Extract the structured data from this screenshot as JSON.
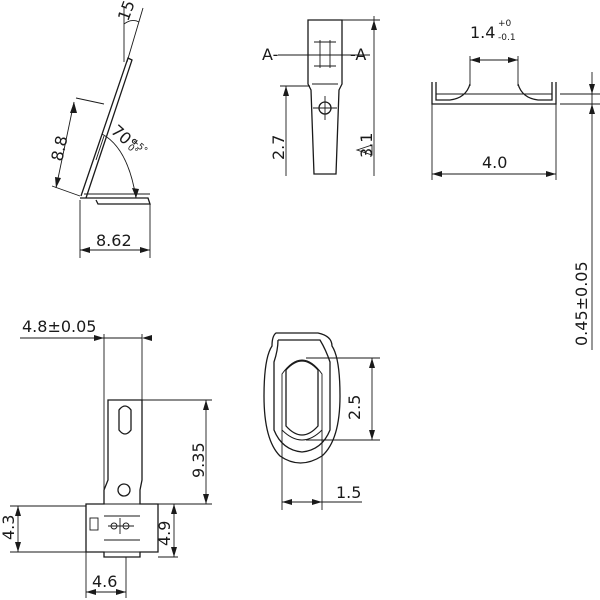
{
  "side_view": {
    "angle_top": "15°",
    "height": "8.8",
    "angle_bend": "70°",
    "angle_bend_tol_plus": "+5°",
    "angle_bend_tol_minus": "0°",
    "base_width": "8.62"
  },
  "front_view": {
    "section_left": "A-",
    "section_right": "-A",
    "dim_left": "2.7",
    "dim_right": "3.1"
  },
  "section_view": {
    "gap": "1.4",
    "gap_tol_plus": "+0",
    "gap_tol_minus": "-0.1",
    "width": "4.0",
    "thickness": "0.45±0.05"
  },
  "plan_view": {
    "tab_width": "4.8±0.05",
    "length": "9.35",
    "left_height": "4.3",
    "right_height": "4.9",
    "bottom_width": "4.6"
  },
  "slot_view": {
    "slot_length": "2.5",
    "slot_width": "1.5"
  }
}
